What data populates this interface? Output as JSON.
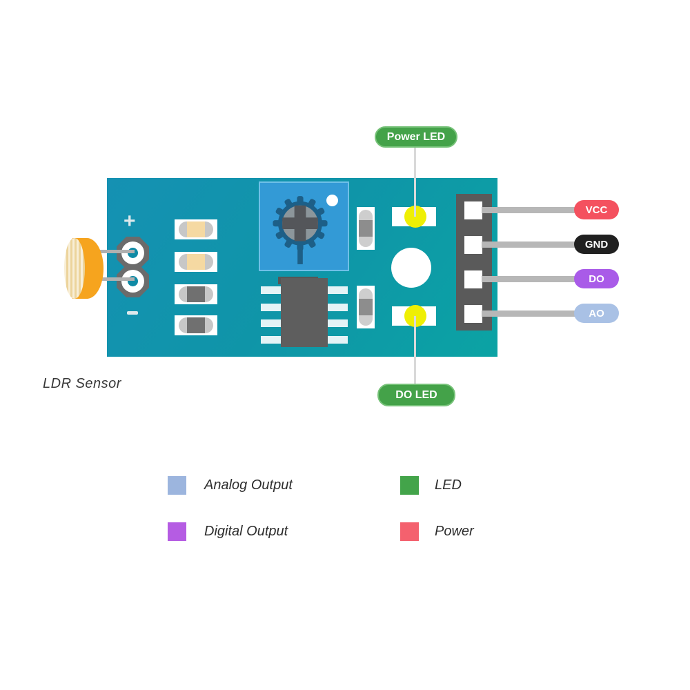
{
  "caption": "LDR Sensor",
  "board": {
    "plus": "+",
    "minus": "-",
    "color_start": "#1591b3",
    "color_end": "#0ba3a4"
  },
  "components": {
    "ldr": "photoresistor",
    "potentiometer": "trimmer-potentiometer",
    "ic": "8-pin-ic",
    "leds": [
      "power-led",
      "do-led"
    ],
    "led_color": "#efef04",
    "resistor_band_colors": [
      "#f5d9a2",
      "#f5d9a2",
      "#707070",
      "#707070"
    ]
  },
  "callouts": {
    "power_led": {
      "label": "Power LED",
      "color": "#44a249"
    },
    "do_led": {
      "label": "DO LED",
      "color": "#44a249"
    }
  },
  "pins": [
    {
      "label": "VCC",
      "color": "#f4515f"
    },
    {
      "label": "GND",
      "color": "#202020"
    },
    {
      "label": "DO",
      "color": "#a95be8"
    },
    {
      "label": "AO",
      "color": "#a9c1e5"
    }
  ],
  "legend": [
    {
      "label": "Analog Output",
      "color": "#9cb5de"
    },
    {
      "label": "Digital Output",
      "color": "#b55ce3"
    },
    {
      "label": "LED",
      "color": "#43a44a"
    },
    {
      "label": "Power",
      "color": "#f4616e"
    }
  ]
}
